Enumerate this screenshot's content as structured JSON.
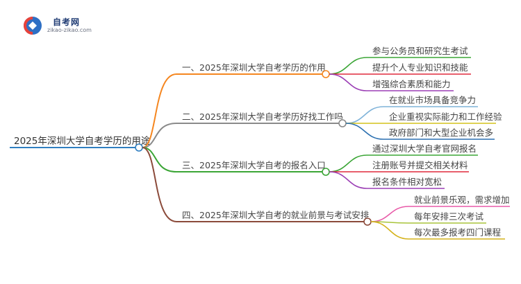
{
  "logo": {
    "name": "自考网",
    "url": "zikao-zikao.com"
  },
  "root": {
    "label": "2025年深圳大学自考学历的用途",
    "color": "#2f7fc1"
  },
  "branches": [
    {
      "label": "一、2025年深圳大学自考学历的作用",
      "color": "#f5861f",
      "children": [
        {
          "label": "参与公务员和研究生考试",
          "color": "#3aa535"
        },
        {
          "label": "提升个人专业知识和技能",
          "color": "#e0283c"
        },
        {
          "label": "增强综合素质和能力",
          "color": "#9b3fb5"
        }
      ]
    },
    {
      "label": "二、2025年深圳大学自考学历好找工作吗",
      "color": "#8a8a8a",
      "children": [
        {
          "label": "在就业市场具备竞争力",
          "color": "#7fb3d9"
        },
        {
          "label": "企业重视实际能力和工作经验",
          "color": "#d4c21a"
        },
        {
          "label": "政府部门和大型企业机会多",
          "color": "#2a6fb0"
        }
      ]
    },
    {
      "label": "三、2025年深圳大学自考的报名入口",
      "color": "#3aa535",
      "children": [
        {
          "label": "通过深圳大学自考官网报名",
          "color": "#3aa535"
        },
        {
          "label": "注册账号并提交相关材料",
          "color": "#e0283c"
        },
        {
          "label": "报名条件相对宽松",
          "color": "#9b3fb5"
        }
      ]
    },
    {
      "label": "四、2025年深圳大学自考的就业前景与考试安排",
      "color": "#8b4a3a",
      "children": [
        {
          "label": "就业前景乐观，需求增加",
          "color": "#e85aa8"
        },
        {
          "label": "每年安排三次考试",
          "color": "#a8c43a"
        },
        {
          "label": "每次最多报考四门课程",
          "color": "#d4b21a"
        }
      ]
    }
  ]
}
